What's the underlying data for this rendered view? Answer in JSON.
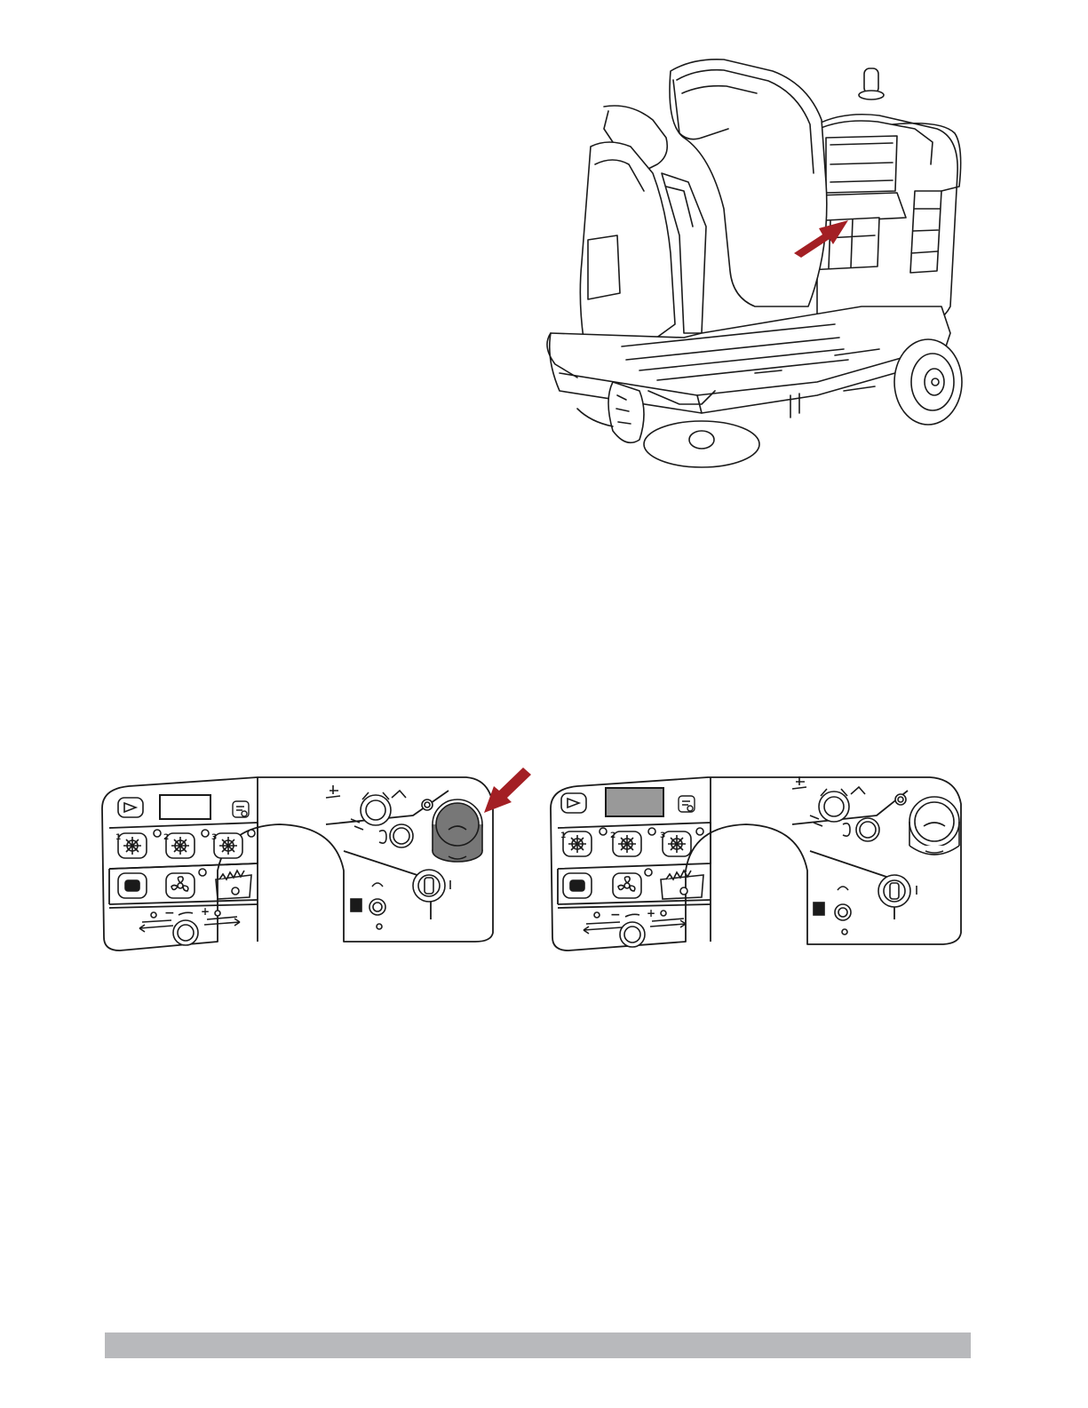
{
  "colors": {
    "ink": "#1a1a1a",
    "accent": "#a31f24",
    "display_fill": "#999999",
    "knob_fill": "#777777",
    "footer_bar": "#b8b9bc",
    "paper": "#ffffff"
  },
  "figures": [
    {
      "id": "sweeper-figure",
      "depicts": "ride-on-sweeper-with-seat-raised",
      "arrow": "red-arrow-to-battery-compartment"
    },
    {
      "id": "control-panel-left",
      "depicts": "control-panel-emergency-stop-pressed",
      "arrow": "red-arrow-to-emergency-stop"
    },
    {
      "id": "control-panel-right",
      "depicts": "control-panel-emergency-stop-released",
      "arrow": null
    }
  ],
  "panel": {
    "brush_buttons": [
      "1",
      "2",
      "3"
    ],
    "icons": [
      "horn-icon",
      "display-screen",
      "service-icon",
      "brush-1-icon",
      "brush-2-icon",
      "brush-3-icon",
      "filter-shaker-icon",
      "fan-icon",
      "hopper-icon",
      "speed-knob",
      "direction-selector-knob",
      "light-button",
      "emergency-stop-button",
      "key-switch",
      "work-light-button"
    ],
    "speed_minus": "−",
    "speed_plus": "+"
  }
}
